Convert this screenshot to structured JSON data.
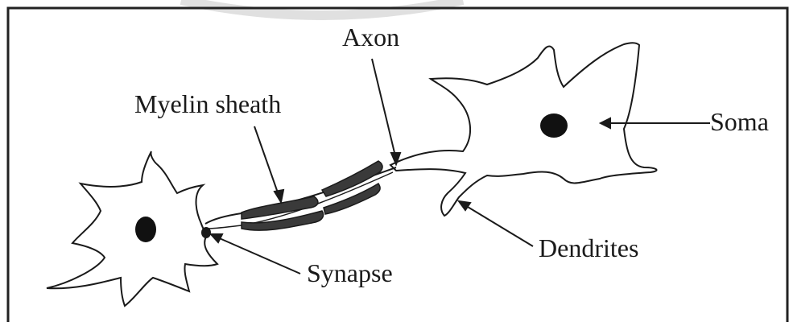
{
  "labels": {
    "axon": "Axon",
    "myelin_sheath": "Myelin sheath",
    "soma": "Soma",
    "synapse": "Synapse",
    "dendrites": "Dendrites"
  },
  "colors": {
    "ink": "#1a1a1a",
    "nucleus": "#111111",
    "myelin": "#3a3a3a",
    "watermark": "#e0e0e0",
    "frame": "#222222",
    "background": "#ffffff"
  }
}
